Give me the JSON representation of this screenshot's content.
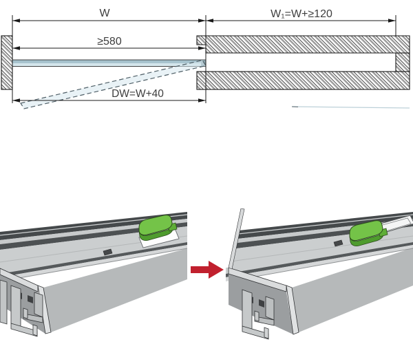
{
  "diagram": {
    "labels": {
      "w": "W",
      "w1": "W₁=W+≥120",
      "min_clear": "≥580",
      "dw": "DW=W+40"
    }
  },
  "colors": {
    "dim_line": "#1a1a1a",
    "label_text": "#3d3d3d",
    "glass_blue": "#d5e6ec",
    "glass_edge_blue": "#a6c2cd",
    "dashed_panel_blue": "#d7e8ee",
    "rail_gray": "#cbcecf",
    "rail_dark": "#45494b",
    "clip_green": "#74c348",
    "clip_green_dark": "#4f9c2e",
    "arrow_red": "#c1202e"
  }
}
